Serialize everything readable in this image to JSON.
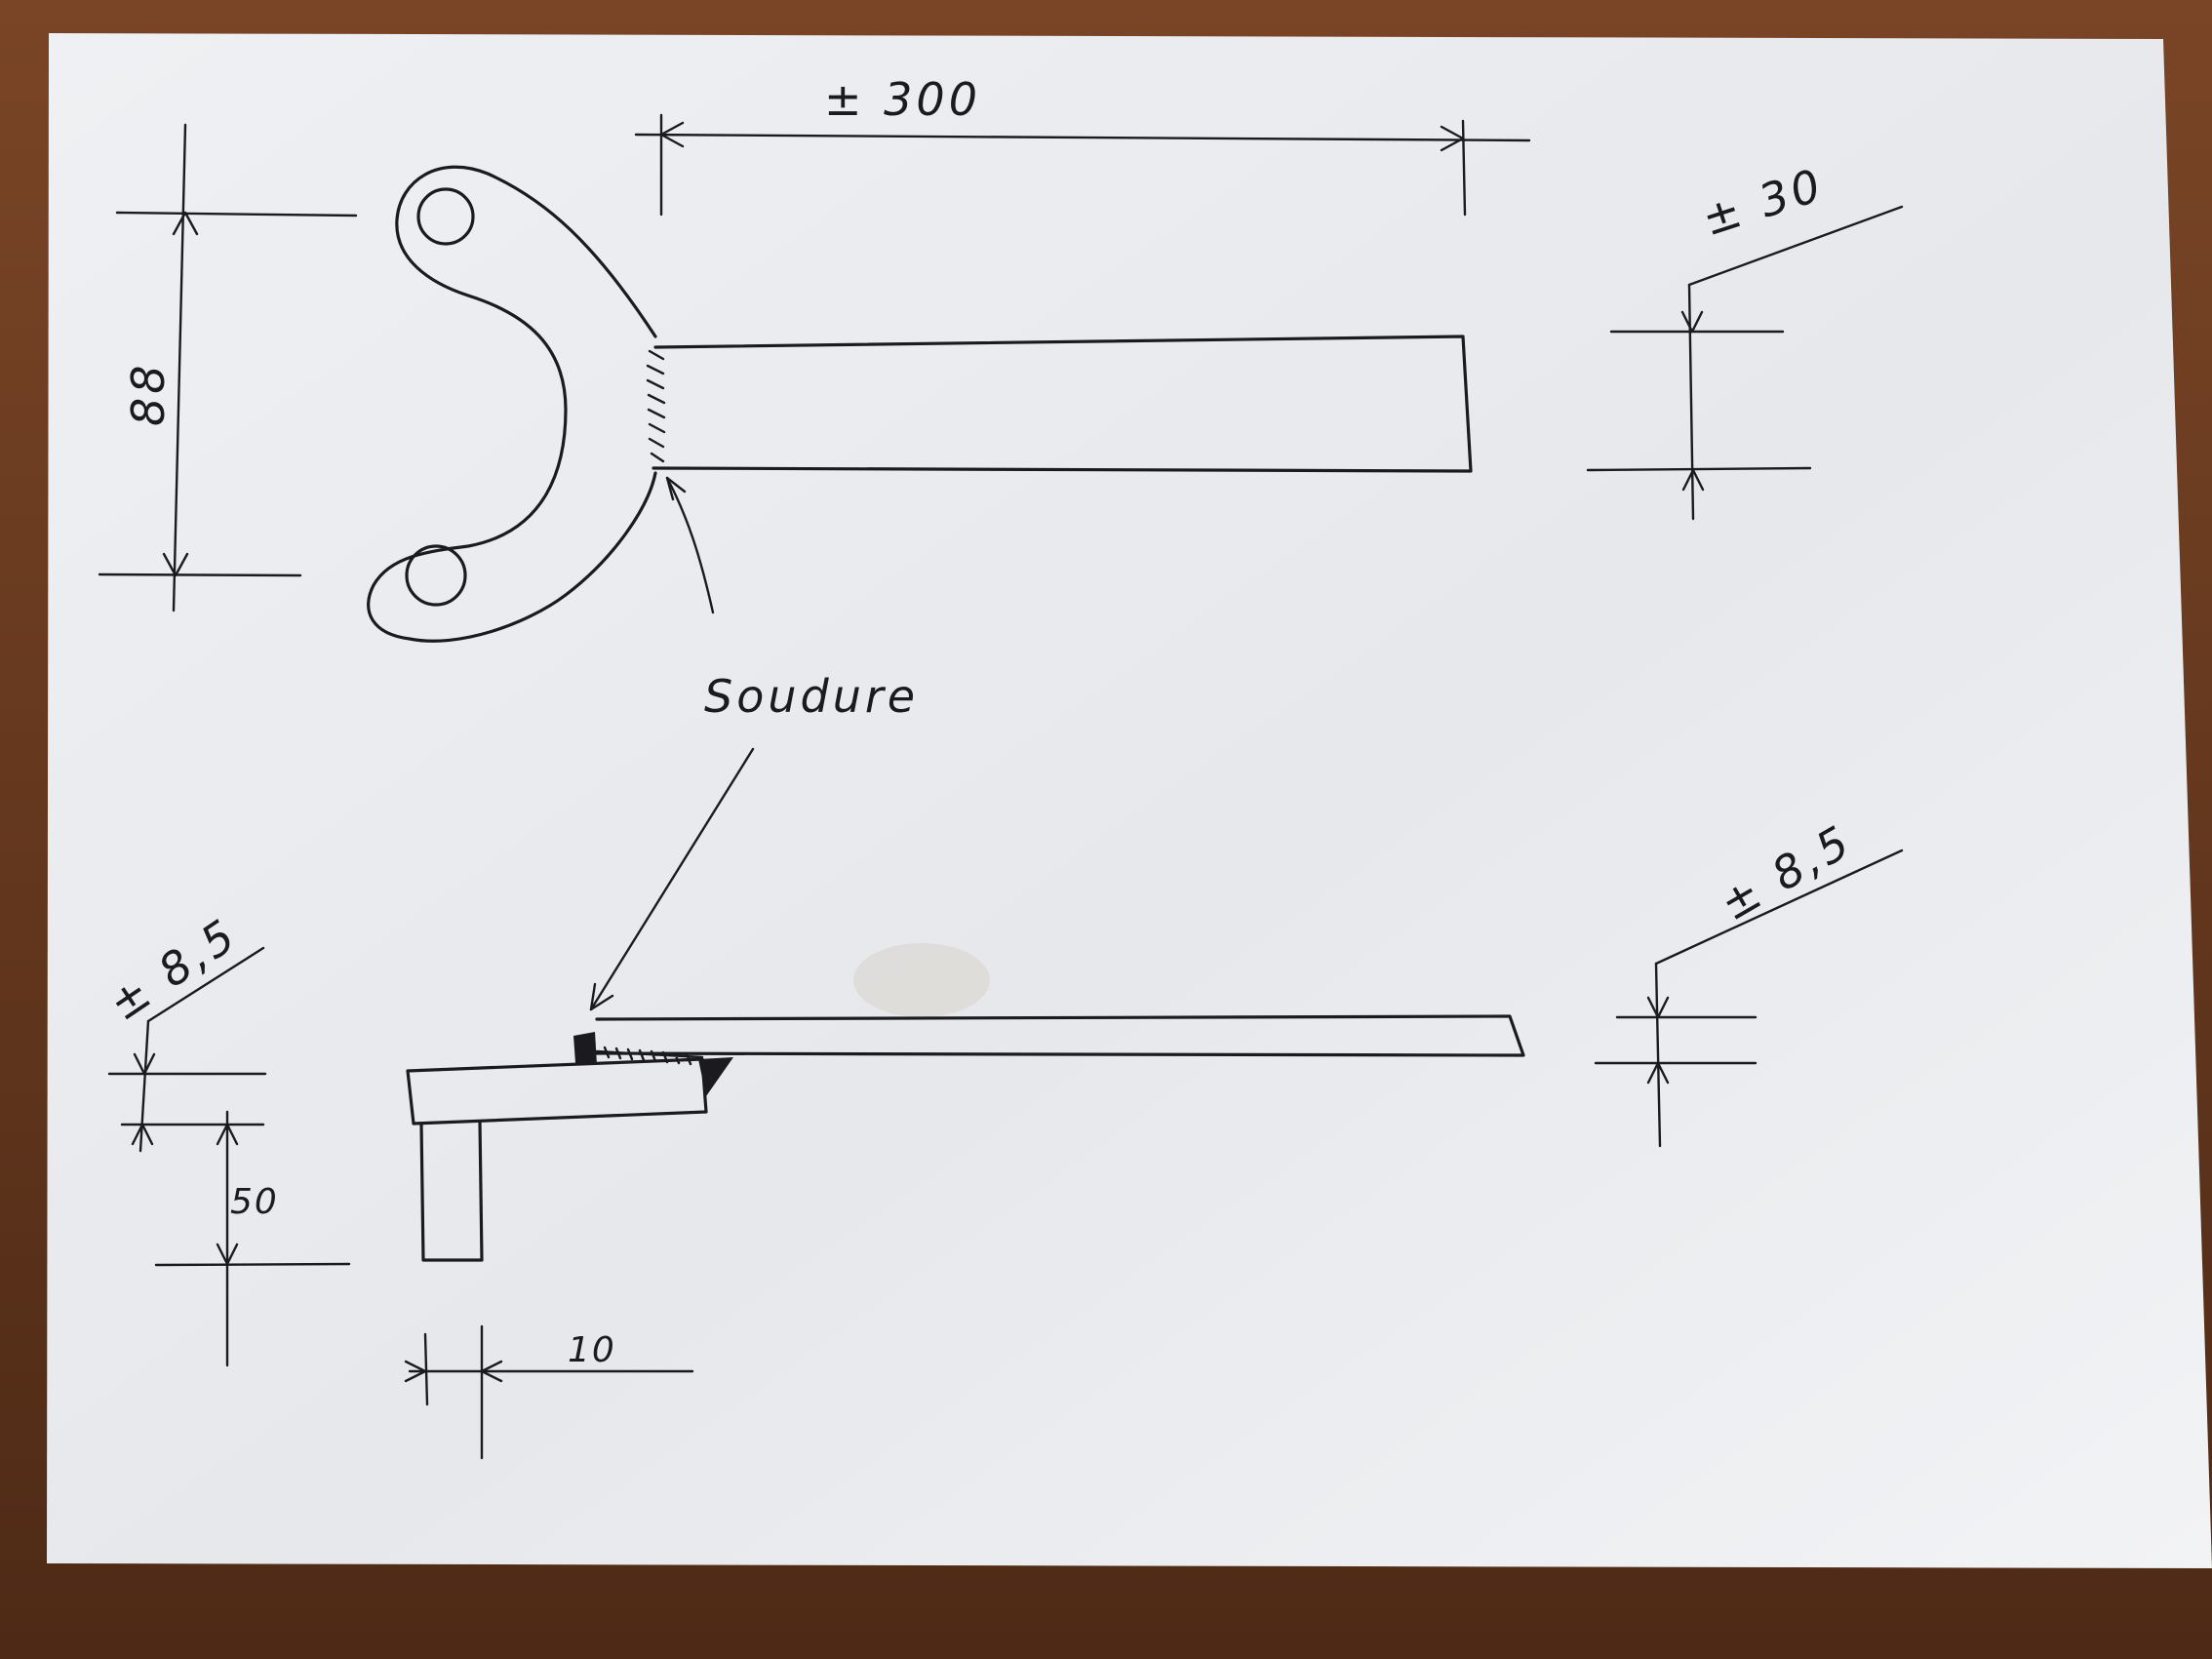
{
  "labels": {
    "length_top": "± 300",
    "height_top": "88",
    "width_right_top": "± 30",
    "weld_label": "Soudure",
    "thickness_right_bottom": "± 8,5",
    "thickness_left_bottom": "± 8,5",
    "height_left_bottom": "50",
    "width_bottom": "10"
  },
  "colors": {
    "paper": "#eceef1",
    "ink": "#1b1b1f",
    "table": "#6b3d22"
  }
}
